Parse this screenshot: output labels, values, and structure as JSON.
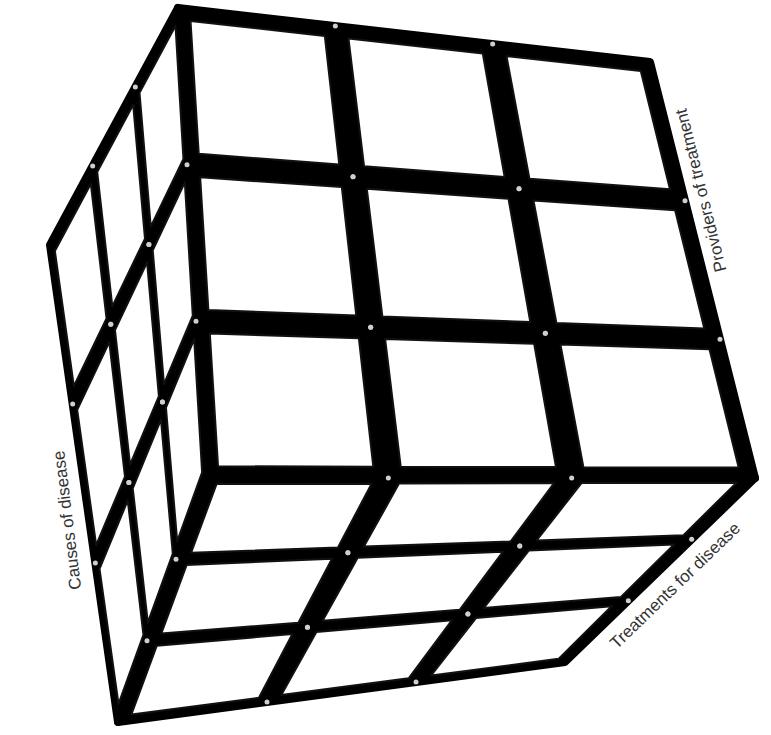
{
  "diagram": {
    "labels": [
      "Providers of treatment",
      "Causes of disease",
      "Treatments for disease"
    ]
  }
}
